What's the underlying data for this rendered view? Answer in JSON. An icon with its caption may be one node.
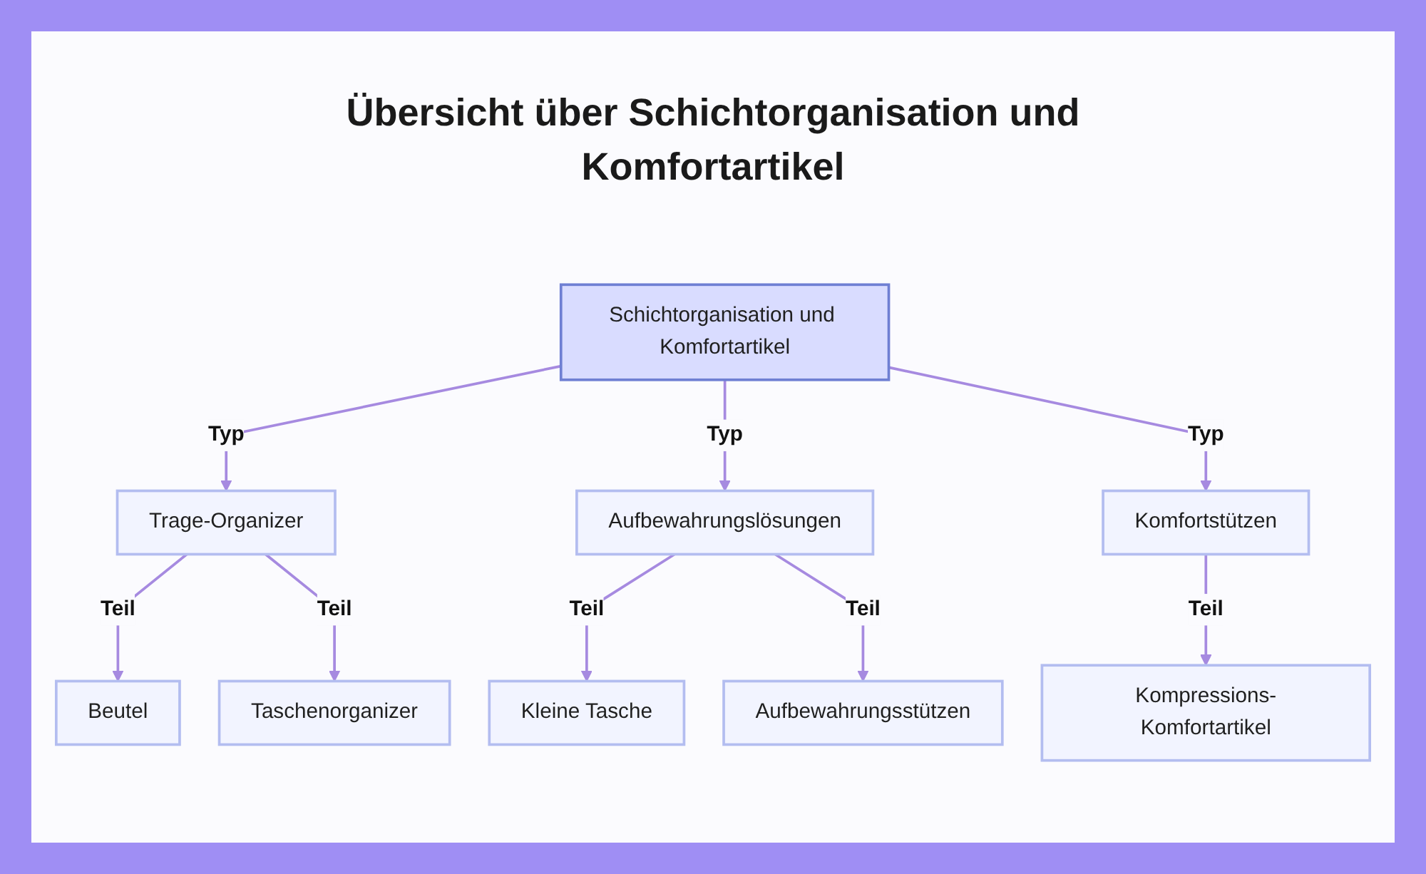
{
  "diagram": {
    "title": "Übersicht über Schichtorganisation und Komfortartikel",
    "nodes": [
      {
        "text": [
          "Schichtorganisation und Komfortartikel"
        ]
      },
      {
        "text": [
          "Trage-Organizer"
        ]
      },
      {
        "text": [
          "Aufbewahrungslösungen"
        ]
      },
      {
        "text": [
          "Komfortstützen"
        ]
      },
      {
        "text": [
          "Beutel"
        ]
      },
      {
        "text": [
          "Taschenorganizer"
        ]
      },
      {
        "text": [
          "Kleine Tasche"
        ]
      },
      {
        "text": [
          "Aufbewahrungsstützen"
        ]
      },
      {
        "text": [
          "Kompressions-Komfortartikel"
        ]
      }
    ],
    "edges": [
      {
        "from": 0,
        "to": 1,
        "arrow": "to",
        "label": "Typ"
      },
      {
        "from": 0,
        "to": 2,
        "arrow": "to",
        "label": "Typ"
      },
      {
        "from": 0,
        "to": 3,
        "arrow": "to",
        "label": "Typ"
      },
      {
        "from": 1,
        "to": 4,
        "arrow": "to",
        "label": "Teil"
      },
      {
        "from": 1,
        "to": 5,
        "arrow": "to",
        "label": "Teil"
      },
      {
        "from": 2,
        "to": 6,
        "arrow": "to",
        "label": "Teil"
      },
      {
        "from": 2,
        "to": 7,
        "arrow": "to",
        "label": "Teil"
      },
      {
        "from": 3,
        "to": 8,
        "arrow": "to",
        "label": "Teil"
      }
    ]
  }
}
